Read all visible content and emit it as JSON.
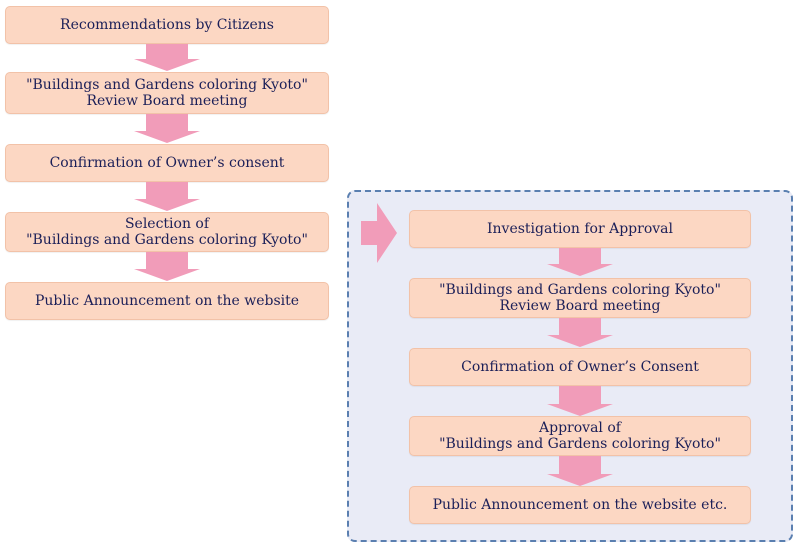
{
  "flow_left": {
    "steps": [
      "Recommendations by Citizens",
      "\"Buildings and Gardens coloring Kyoto\"\nReview Board meeting",
      "Confirmation of Owner’s consent",
      "Selection of\n\"Buildings and Gardens coloring Kyoto\"",
      "Public Announcement on the website"
    ]
  },
  "flow_right": {
    "steps": [
      "Investigation for Approval",
      "\"Buildings and Gardens coloring Kyoto\"\nReview Board meeting",
      "Confirmation of Owner’s Consent",
      "Approval of\n\"Buildings and Gardens coloring Kyoto\"",
      "Public Announcement on the website etc."
    ]
  },
  "colors": {
    "step_fill": "#fcd7c3",
    "arrow_fill": "#f19cb9",
    "panel_fill": "#e9ebf6",
    "panel_border": "#5a7fb0",
    "text": "#1b1f58"
  }
}
